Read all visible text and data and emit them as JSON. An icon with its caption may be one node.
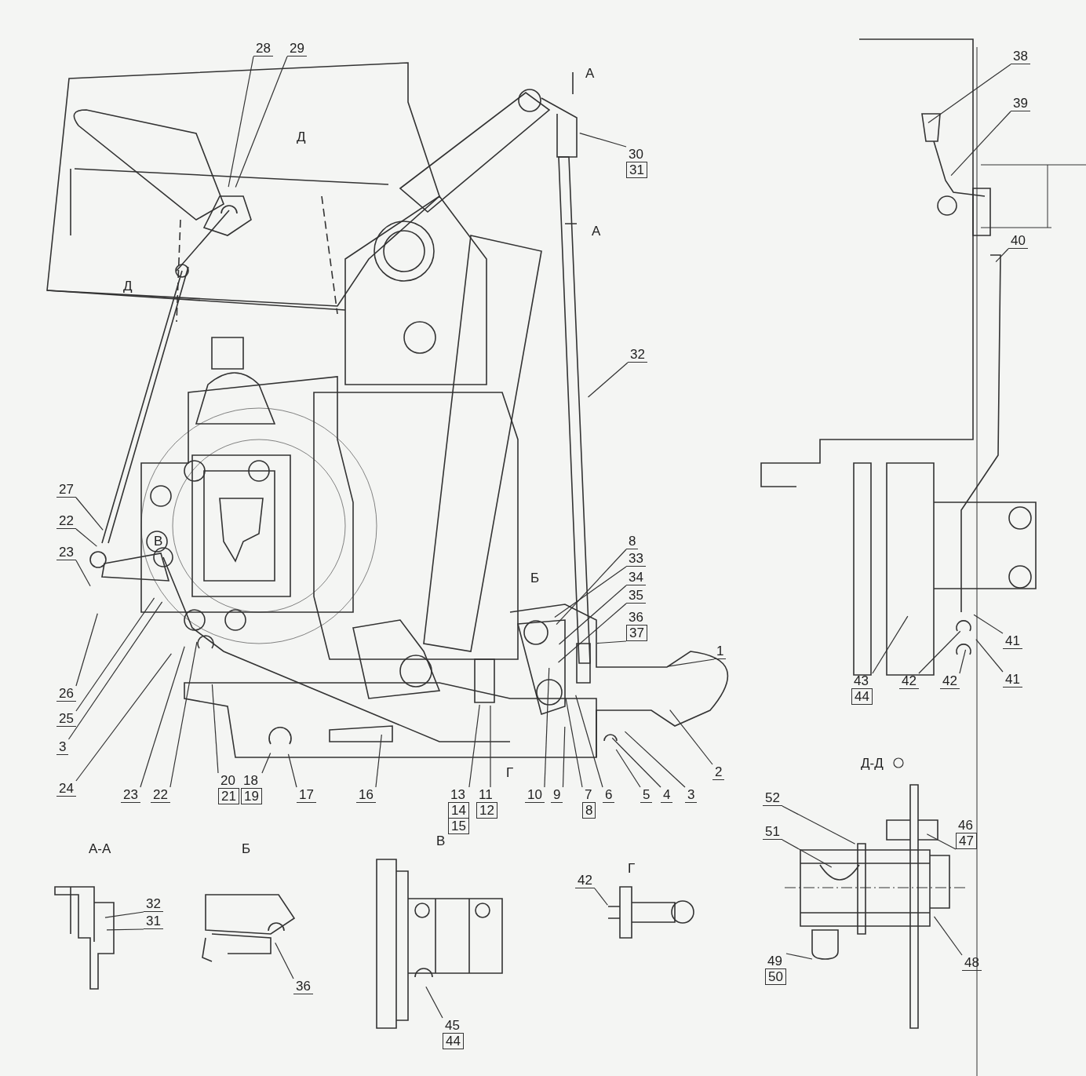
{
  "diagram": {
    "nodes": [
      {
        "text": [
          "28"
        ]
      },
      {
        "text": [
          "29"
        ]
      },
      {
        "text": [
          "30",
          "31"
        ]
      },
      {
        "text": [
          "38"
        ]
      },
      {
        "text": [
          "39"
        ]
      },
      {
        "text": [
          "40"
        ]
      },
      {
        "text": [
          "32"
        ]
      },
      {
        "text": [
          "27"
        ]
      },
      {
        "text": [
          "22"
        ]
      },
      {
        "text": [
          "23"
        ]
      },
      {
        "text": [
          "8"
        ]
      },
      {
        "text": [
          "33"
        ]
      },
      {
        "text": [
          "34"
        ]
      },
      {
        "text": [
          "35"
        ]
      },
      {
        "text": [
          "36",
          "37"
        ]
      },
      {
        "text": [
          "1"
        ]
      },
      {
        "text": [
          "26"
        ]
      },
      {
        "text": [
          "25"
        ]
      },
      {
        "text": [
          "3"
        ]
      },
      {
        "text": [
          "43",
          "44"
        ]
      },
      {
        "text": [
          "42"
        ]
      },
      {
        "text": [
          "42"
        ]
      },
      {
        "text": [
          "41"
        ]
      },
      {
        "text": [
          "41"
        ]
      },
      {
        "text": [
          "2"
        ]
      },
      {
        "text": [
          "24"
        ]
      },
      {
        "text": [
          "23"
        ]
      },
      {
        "text": [
          "22"
        ]
      },
      {
        "text": [
          "20",
          "21"
        ]
      },
      {
        "text": [
          "18",
          "19"
        ]
      },
      {
        "text": [
          "17"
        ]
      },
      {
        "text": [
          "16"
        ]
      },
      {
        "text": [
          "13",
          "14",
          "15"
        ]
      },
      {
        "text": [
          "11",
          "12"
        ]
      },
      {
        "text": [
          "10"
        ]
      },
      {
        "text": [
          "9"
        ]
      },
      {
        "text": [
          "7",
          "8"
        ]
      },
      {
        "text": [
          "6"
        ]
      },
      {
        "text": [
          "5"
        ]
      },
      {
        "text": [
          "4"
        ]
      },
      {
        "text": [
          "3"
        ]
      },
      {
        "text": [
          "46",
          "47"
        ]
      },
      {
        "text": [
          "52"
        ]
      },
      {
        "text": [
          "51"
        ]
      },
      {
        "text": [
          "32"
        ]
      },
      {
        "text": [
          "31"
        ]
      },
      {
        "text": [
          "36"
        ]
      },
      {
        "text": [
          "45",
          "44"
        ]
      },
      {
        "text": [
          "42"
        ]
      },
      {
        "text": [
          "49",
          "50"
        ]
      },
      {
        "text": [
          "48"
        ]
      },
      {
        "text": [],
        "shape": "picture"
      }
    ],
    "edges": [
      {
        "from": 0,
        "to": null,
        "arrow": "none"
      },
      {
        "from": 1,
        "to": null,
        "arrow": "none"
      },
      {
        "from": 2,
        "to": null,
        "arrow": "none"
      },
      {
        "from": 3,
        "to": null,
        "arrow": "none"
      },
      {
        "from": 4,
        "to": null,
        "arrow": "none"
      },
      {
        "from": 5,
        "to": null,
        "arrow": "none"
      },
      {
        "from": 6,
        "to": null,
        "arrow": "none"
      },
      {
        "from": 7,
        "to": null,
        "arrow": "none"
      },
      {
        "from": 8,
        "to": null,
        "arrow": "none"
      },
      {
        "from": 9,
        "to": null,
        "arrow": "none"
      },
      {
        "from": 10,
        "to": null,
        "arrow": "none"
      },
      {
        "from": 11,
        "to": null,
        "arrow": "none"
      },
      {
        "from": 12,
        "to": null,
        "arrow": "none"
      },
      {
        "from": 13,
        "to": null,
        "arrow": "none"
      },
      {
        "from": 14,
        "to": null,
        "arrow": "none"
      },
      {
        "from": 15,
        "to": null,
        "arrow": "none"
      },
      {
        "from": 16,
        "to": null,
        "arrow": "none"
      },
      {
        "from": 17,
        "to": null,
        "arrow": "none"
      },
      {
        "from": 18,
        "to": null,
        "arrow": "none"
      },
      {
        "from": 19,
        "to": null,
        "arrow": "none"
      },
      {
        "from": 20,
        "to": null,
        "arrow": "none"
      },
      {
        "from": 21,
        "to": null,
        "arrow": "none"
      },
      {
        "from": 22,
        "to": null,
        "arrow": "none"
      },
      {
        "from": 23,
        "to": null,
        "arrow": "none"
      },
      {
        "from": 24,
        "to": null,
        "arrow": "none"
      },
      {
        "from": 25,
        "to": null,
        "arrow": "none"
      },
      {
        "from": 26,
        "to": null,
        "arrow": "none"
      },
      {
        "from": 27,
        "to": null,
        "arrow": "none"
      },
      {
        "from": 28,
        "to": null,
        "arrow": "none"
      },
      {
        "from": 29,
        "to": null,
        "arrow": "none"
      },
      {
        "from": 30,
        "to": null,
        "arrow": "none"
      },
      {
        "from": 31,
        "to": null,
        "arrow": "none"
      },
      {
        "from": 32,
        "to": null,
        "arrow": "none"
      },
      {
        "from": 33,
        "to": null,
        "arrow": "none"
      },
      {
        "from": 34,
        "to": null,
        "arrow": "none"
      },
      {
        "from": 35,
        "to": null,
        "arrow": "none"
      },
      {
        "from": 36,
        "to": null,
        "arrow": "none"
      },
      {
        "from": 37,
        "to": null,
        "arrow": "none"
      },
      {
        "from": 38,
        "to": null,
        "arrow": "none"
      },
      {
        "from": 39,
        "to": null,
        "arrow": "none"
      },
      {
        "from": 40,
        "to": null,
        "arrow": "none"
      },
      {
        "from": 41,
        "to": null,
        "arrow": "none"
      },
      {
        "from": 42,
        "to": null,
        "arrow": "none"
      },
      {
        "from": 43,
        "to": null,
        "arrow": "none"
      },
      {
        "from": 44,
        "to": null,
        "arrow": "none"
      },
      {
        "from": 45,
        "to": null,
        "arrow": "none"
      },
      {
        "from": 46,
        "to": null,
        "arrow": "none"
      },
      {
        "from": 47,
        "to": null,
        "arrow": "none"
      },
      {
        "from": 48,
        "to": null,
        "arrow": "none"
      },
      {
        "from": 49,
        "to": 51,
        "arrow": "none"
      },
      {
        "from": 50,
        "to": null,
        "arrow": "none"
      }
    ],
    "labels": [
      "А",
      "Д",
      "А",
      "Д",
      "В",
      "Б",
      "Г",
      "А-А",
      "Б",
      "В",
      "Г",
      "Д-Д"
    ]
  }
}
